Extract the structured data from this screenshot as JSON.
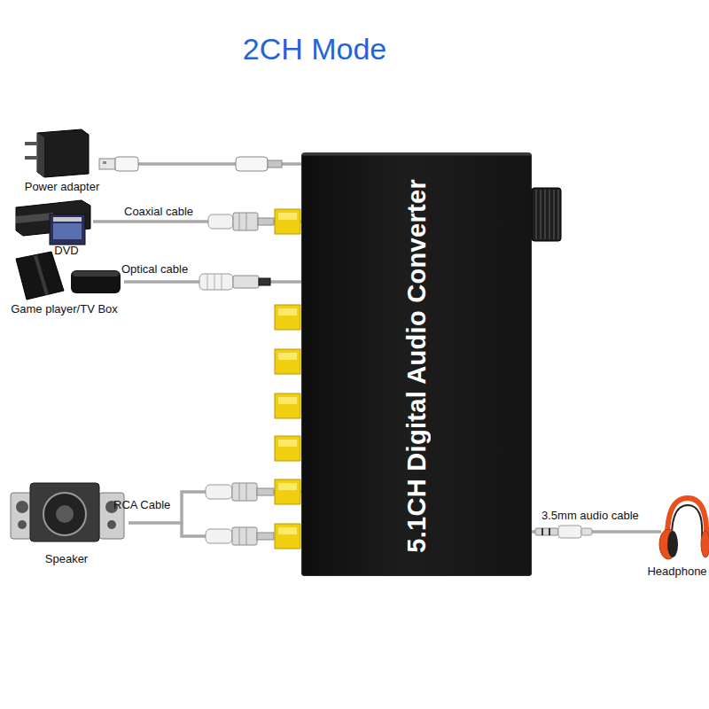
{
  "diagram": {
    "title": "2CH Mode",
    "nodes": [
      {
        "text": [
          "Power adapter"
        ]
      },
      {
        "text": [
          "DVD"
        ]
      },
      {
        "text": [
          "Game player/TV Box"
        ]
      },
      {
        "text": [
          "5.1CH Digital Audio Converter"
        ]
      },
      {
        "text": [
          "Speaker"
        ]
      },
      {
        "text": [
          "Headphone"
        ]
      }
    ],
    "edges": [
      {
        "from": 0,
        "to": 3,
        "arrow": "none"
      },
      {
        "from": 1,
        "to": 3,
        "label": "Coaxial cable",
        "arrow": "none"
      },
      {
        "from": 2,
        "to": 3,
        "label": "Optical cable",
        "arrow": "none"
      },
      {
        "from": 3,
        "to": 4,
        "label": "RCA Cable",
        "arrow": "none"
      },
      {
        "from": 3,
        "to": 5,
        "label": "3.5mm audio cable",
        "arrow": "none"
      }
    ]
  }
}
